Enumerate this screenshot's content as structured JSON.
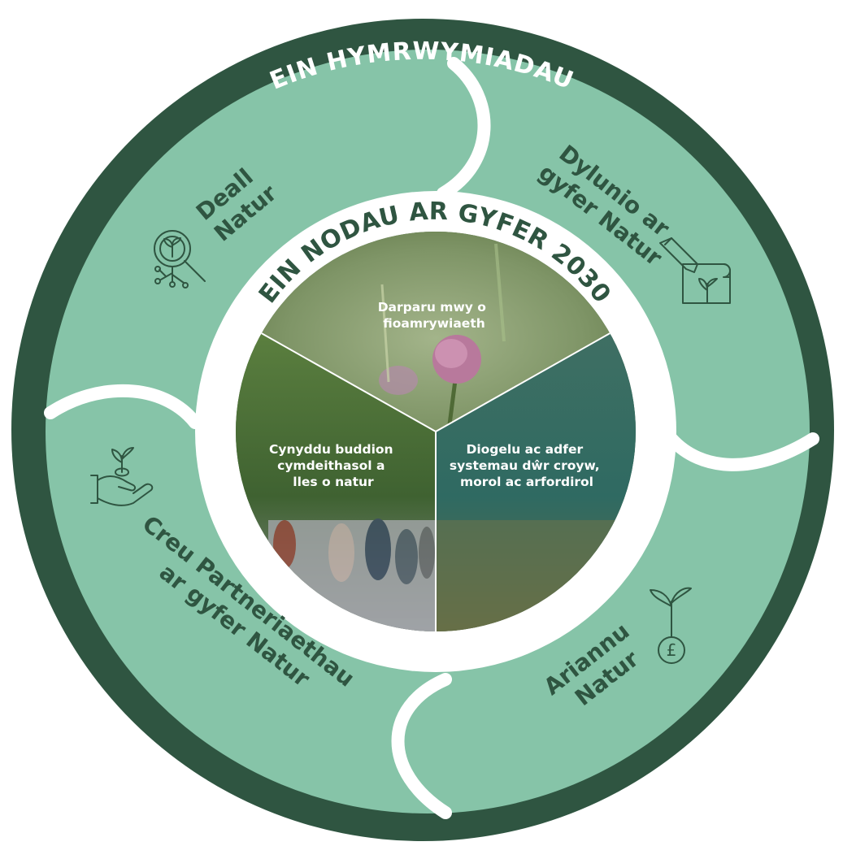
{
  "outer_ring": {
    "title": "EIN HYMRWYMIADAU"
  },
  "goals": {
    "title": "EIN NODAU AR GYFER 2030",
    "items": [
      {
        "lines": [
          "Darparu mwy o",
          "fioamrywiaeth"
        ]
      },
      {
        "lines": [
          "Diogelu ac adfer",
          "systemau dŵr croyw,",
          "morol ac arfordirol"
        ]
      },
      {
        "lines": [
          "Cynyddu buddion",
          "cymdeithasol a",
          "lles o natur"
        ]
      }
    ]
  },
  "commitments": [
    {
      "lines": [
        "Deall",
        "Natur"
      ],
      "icon": "magnifier-sprout-icon"
    },
    {
      "lines": [
        "Dylunio ar",
        "gyfer Natur"
      ],
      "icon": "pencil-blueprint-icon"
    },
    {
      "lines": [
        "Ariannu",
        "Natur"
      ],
      "icon": "pound-sprout-icon"
    },
    {
      "lines": [
        "Creu Partneriaethau",
        "ar gyfer Natur"
      ],
      "icon": "hand-sprout-icon"
    }
  ],
  "colors": {
    "outer_ring": "#2f5541",
    "segment": "#86c4a8",
    "divider": "#ffffff",
    "text_dark": "#2f5541"
  }
}
